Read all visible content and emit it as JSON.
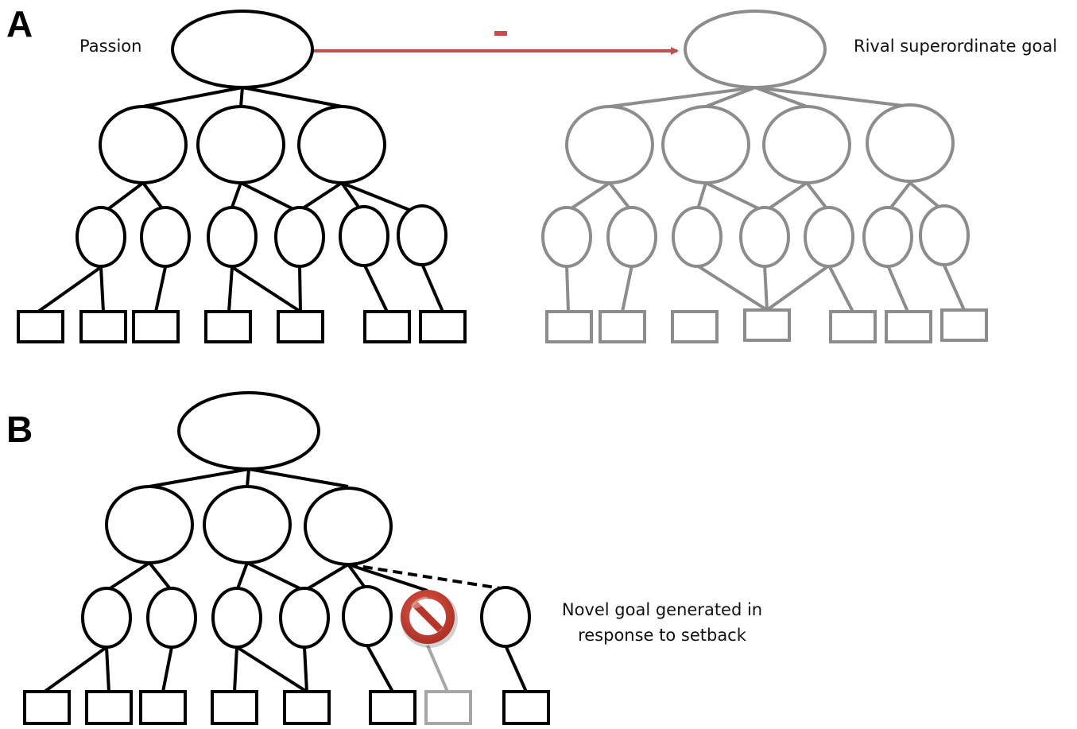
{
  "panels": {
    "a": {
      "letter": "A",
      "left_tree_label": "Passion",
      "right_tree_label": "Rival superordinate goal",
      "arrow_sign": "-"
    },
    "b": {
      "letter": "B",
      "novel_goal_label": [
        "Novel goal generated in",
        "response to setback"
      ]
    }
  },
  "colors": {
    "active": "#000000",
    "rival": "#8c8c8c",
    "inhibit_arrow": "#c0504d",
    "blocked": "#a6a6a6",
    "prohibition_symbol": "#c0392b"
  },
  "icons": {
    "setback_marker": "prohibition-icon"
  }
}
